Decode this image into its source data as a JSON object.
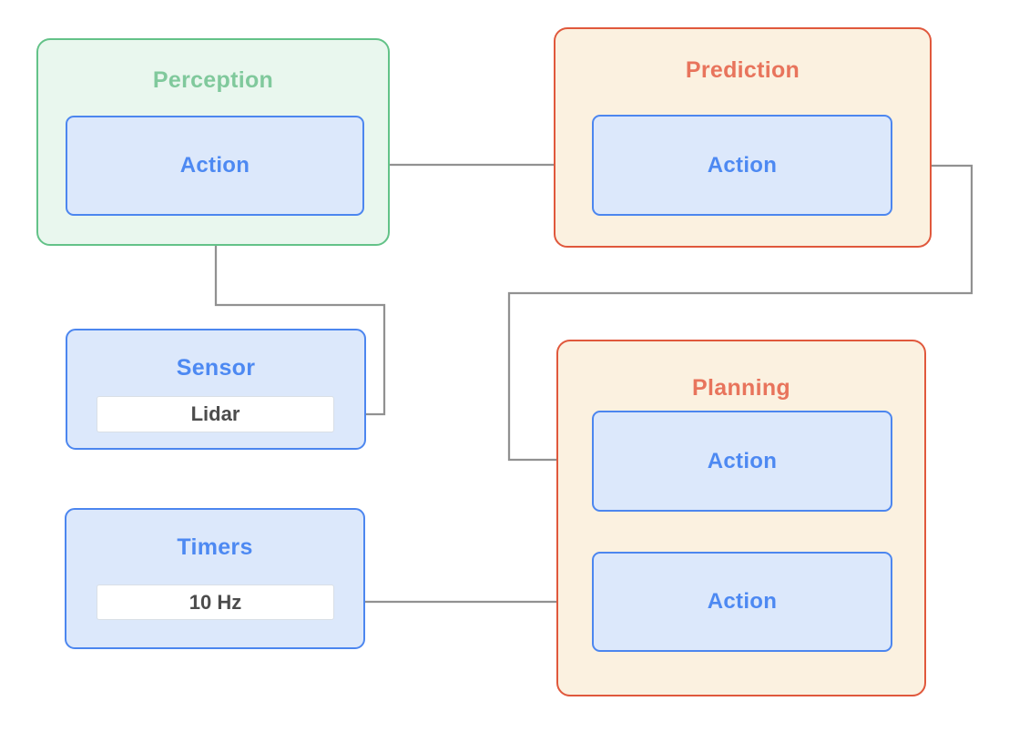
{
  "perception": {
    "title": "Perception",
    "action": "Action"
  },
  "prediction": {
    "title": "Prediction",
    "action": "Action"
  },
  "planning": {
    "title": "Planning",
    "action1": "Action",
    "action2": "Action"
  },
  "sensor": {
    "title": "Sensor",
    "value": "Lidar"
  },
  "timers": {
    "title": "Timers",
    "value": "10 Hz"
  },
  "colors": {
    "green_border": "#63c288",
    "green_fill": "#e9f7ee",
    "green_title": "#80c99c",
    "orange_border": "#e0583c",
    "orange_fill": "#fbf1e0",
    "orange_title": "#e8745c",
    "blue_border": "#4c86ef",
    "blue_fill": "#dce8fb",
    "blue_text": "#4d89f2",
    "field_background": "#ffffff",
    "field_border": "#d9dfe6",
    "field_text": "#4c4c4c",
    "connector": "#919191",
    "canvas_background": "#ffffff"
  }
}
